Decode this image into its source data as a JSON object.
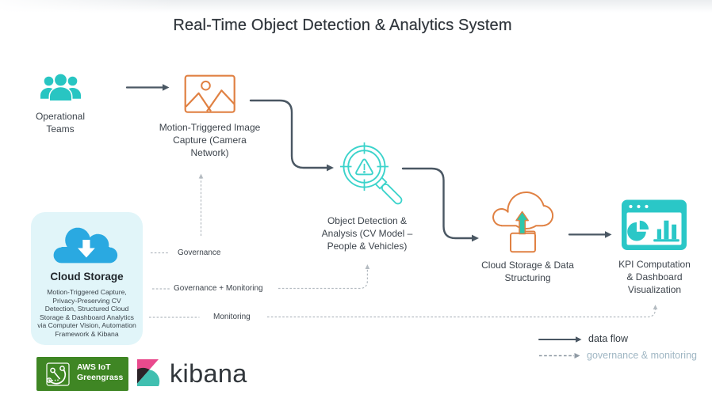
{
  "title": "Real-Time Object Detection & Analytics System",
  "nodes": [
    {
      "id": "operational-teams",
      "icon": "users-icon",
      "lines": [
        "Operational",
        "Teams"
      ]
    },
    {
      "id": "motion-capture",
      "icon": "image-icon",
      "lines": [
        "Motion-Triggered Image",
        "Capture (Camera",
        "Network)"
      ]
    },
    {
      "id": "object-detection",
      "icon": "target-magnifier-alert-icon",
      "lines": [
        "Object Detection &",
        "Analysis (CV Model –",
        "People & Vehicles)"
      ]
    },
    {
      "id": "cloud-structuring",
      "icon": "cloud-upload-box-icon",
      "lines": [
        "Cloud Storage & Data",
        "Structuring"
      ]
    },
    {
      "id": "kpi-dashboard",
      "icon": "dashboard-charts-icon",
      "lines": [
        "KPI Computation",
        "& Dashboard",
        "Visualization"
      ]
    }
  ],
  "storage_box": {
    "icon": "cloud-download-icon",
    "title": "Cloud Storage",
    "lines": [
      "Motion-Triggered Capture,",
      "Privacy-Preserving CV",
      "Detection, Structured Cloud",
      "Storage & Dashboard Analytics",
      "via Computer Vision, Automation",
      "Framework & Kibana"
    ]
  },
  "flow_labels": {
    "governance": "Governance",
    "governance_monitoring": "Governance + Monitoring",
    "monitoring": "Monitoring"
  },
  "legend": {
    "data_flow": "data flow",
    "governance_monitoring": "governance & monitoring"
  },
  "logos": {
    "aws": {
      "lines": [
        "AWS IoT",
        "Greengrass"
      ]
    },
    "kibana": {
      "text": "kibana"
    }
  },
  "colors": {
    "teal": "#28c5c2",
    "tealdetect": "#3bd3cb",
    "tealkpi": "#2ac7c7",
    "tealarrowup": "#2fc7ab",
    "orange": "#e08143",
    "blue": "#2aa9e1",
    "boxbg": "#e1f5f9",
    "arrow": "#4a5763",
    "dash": "#b4bbc1",
    "dasharrow": "#8f9aa4",
    "title": "#30363c",
    "text": "#3d444c",
    "boxtitle": "#21272c",
    "boxtext": "#3a434a",
    "legendtext": "#333b42",
    "legendmuted": "#9fb6c3",
    "awsgreen": "#3f8624",
    "kibpink": "#e94a8d",
    "kibdark": "#2b2328",
    "kibteal": "#40bfb0",
    "kibtext": "#31363b"
  }
}
